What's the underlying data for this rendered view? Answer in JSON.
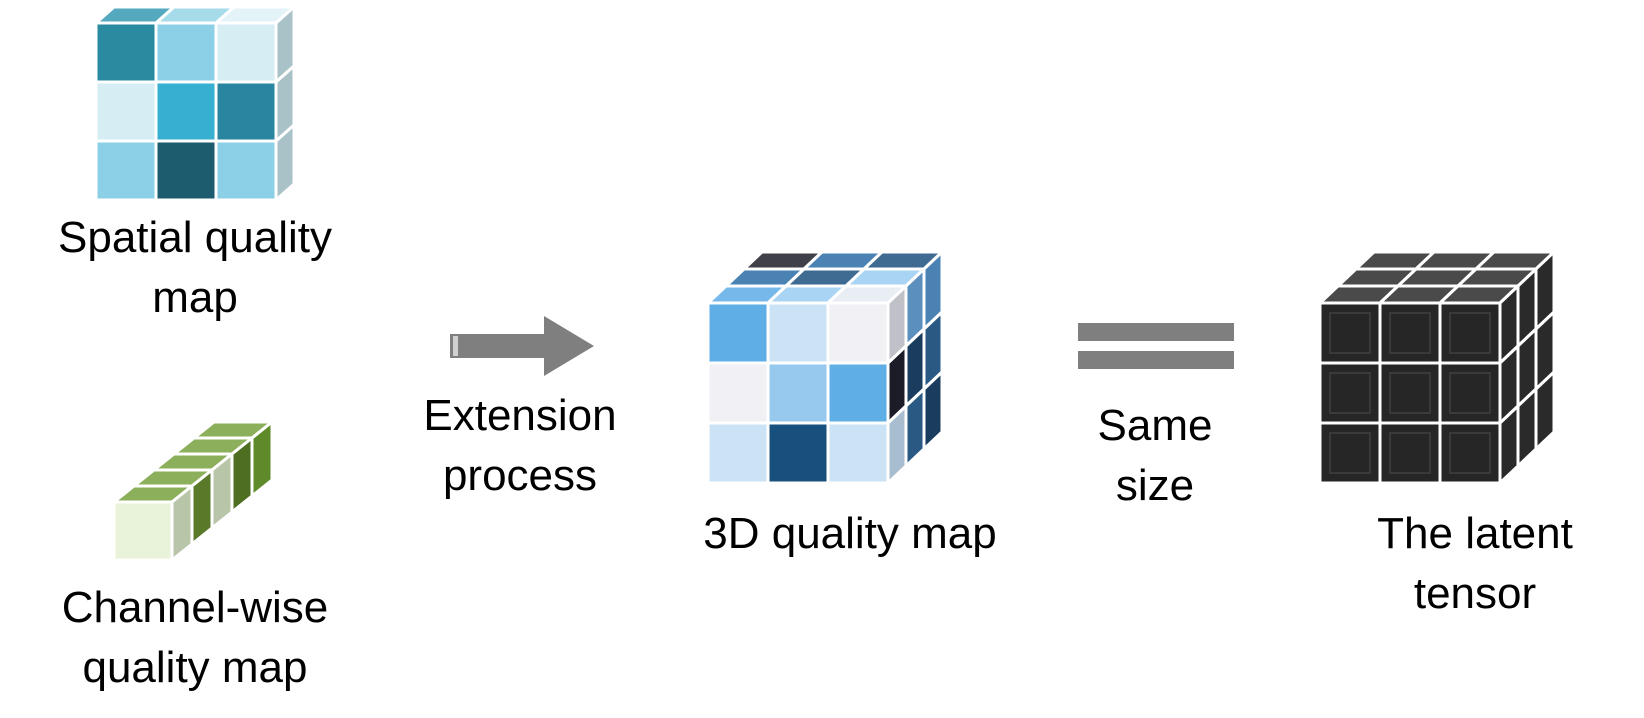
{
  "labels": {
    "spatial": [
      "Spatial quality",
      "map"
    ],
    "channel": [
      "Channel-wise",
      "quality map"
    ],
    "extension": [
      "Extension",
      "process"
    ],
    "quality3d": [
      "3D quality map"
    ],
    "same": [
      "Same",
      "size"
    ],
    "latent": [
      "The latent",
      "tensor"
    ]
  },
  "spatial_cube": {
    "front": [
      [
        "#2a8aa0",
        "#8bd0e6",
        "#d6edf4"
      ],
      [
        "#d6edf4",
        "#36afd0",
        "#2a86a0"
      ],
      [
        "#8bd0e6",
        "#1c5c6e",
        "#8bd0e6"
      ]
    ],
    "top": [
      "#54a9bf",
      "#a6dbea",
      "#e3f3f8"
    ],
    "side": [
      "#a9c2c8",
      "#1e7388",
      "#6eaab8"
    ]
  },
  "channel_cube": {
    "front": "#e9f3da",
    "top": [
      "#8caf5c",
      "#d6e8b8",
      "#c4dea0",
      "#6d8a46",
      "#8aaa58"
    ],
    "side": [
      "#b9c5a8",
      "#5a7a2a",
      "#b9c5a8",
      "#4e6e22",
      "#5e8a2a"
    ]
  },
  "quality_cube": {
    "front": [
      [
        "#5faee6",
        "#cce3f6",
        "#f1f1f5"
      ],
      [
        "#f1f1f5",
        "#97c8ee",
        "#5faee6"
      ],
      [
        "#cce3f6",
        "#17507c",
        "#cce3f6"
      ]
    ],
    "top": [
      [
        "#77b8ea",
        "#a9d4f3",
        "#e9eef5"
      ],
      [
        "#4a82b4",
        "#3f6a92",
        "#a9d4f3"
      ],
      [
        "#404048",
        "#4a82b4",
        "#3f6a92"
      ]
    ],
    "side": [
      [
        "#c0c0c8",
        "#5a8fbe",
        "#4a82b4"
      ],
      [
        "#1c1c28",
        "#1a3c5e",
        "#2a5a84"
      ],
      [
        "#a8bed0",
        "#2a5a84",
        "#1a3c5e"
      ]
    ]
  },
  "latent_cube": {
    "front": "#262626",
    "top": "#4a4a4a",
    "side": "#2a2a2a"
  }
}
